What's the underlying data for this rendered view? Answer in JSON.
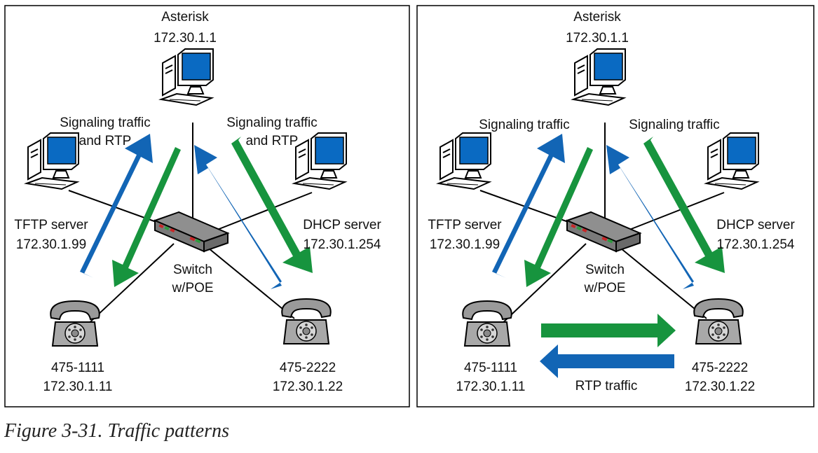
{
  "caption": "Figure 3-31. Traffic patterns",
  "colors": {
    "signaling_rtp_down": "#17943e",
    "signaling_rtp_up": "#1265b5",
    "monitor_screen": "#0a6ac2",
    "frame": "#000000"
  },
  "left_panel": {
    "asterisk": {
      "name": "Asterisk",
      "ip": "172.30.1.1"
    },
    "tftp": {
      "name": "TFTP server",
      "ip": "172.30.1.99"
    },
    "dhcp": {
      "name": "DHCP server",
      "ip": "172.30.1.254"
    },
    "switch": {
      "line1": "Switch",
      "line2": "w/POE"
    },
    "phone1": {
      "ext": "475-1111",
      "ip": "172.30.1.11"
    },
    "phone2": {
      "ext": "475-2222",
      "ip": "172.30.1.22"
    },
    "left_arrows": {
      "line1": "Signaling traffic",
      "line2": "and RTP"
    },
    "right_arrows": {
      "line1": "Signaling traffic",
      "line2": "and RTP"
    }
  },
  "right_panel": {
    "asterisk": {
      "name": "Asterisk",
      "ip": "172.30.1.1"
    },
    "tftp": {
      "name": "TFTP server",
      "ip": "172.30.1.99"
    },
    "dhcp": {
      "name": "DHCP server",
      "ip": "172.30.1.254"
    },
    "switch": {
      "line1": "Switch",
      "line2": "w/POE"
    },
    "phone1": {
      "ext": "475-1111",
      "ip": "172.30.1.11"
    },
    "phone2": {
      "ext": "475-2222",
      "ip": "172.30.1.22"
    },
    "left_arrows": {
      "line1": "Signaling traffic"
    },
    "right_arrows": {
      "line1": "Signaling traffic"
    },
    "rtp_label": "RTP traffic"
  }
}
